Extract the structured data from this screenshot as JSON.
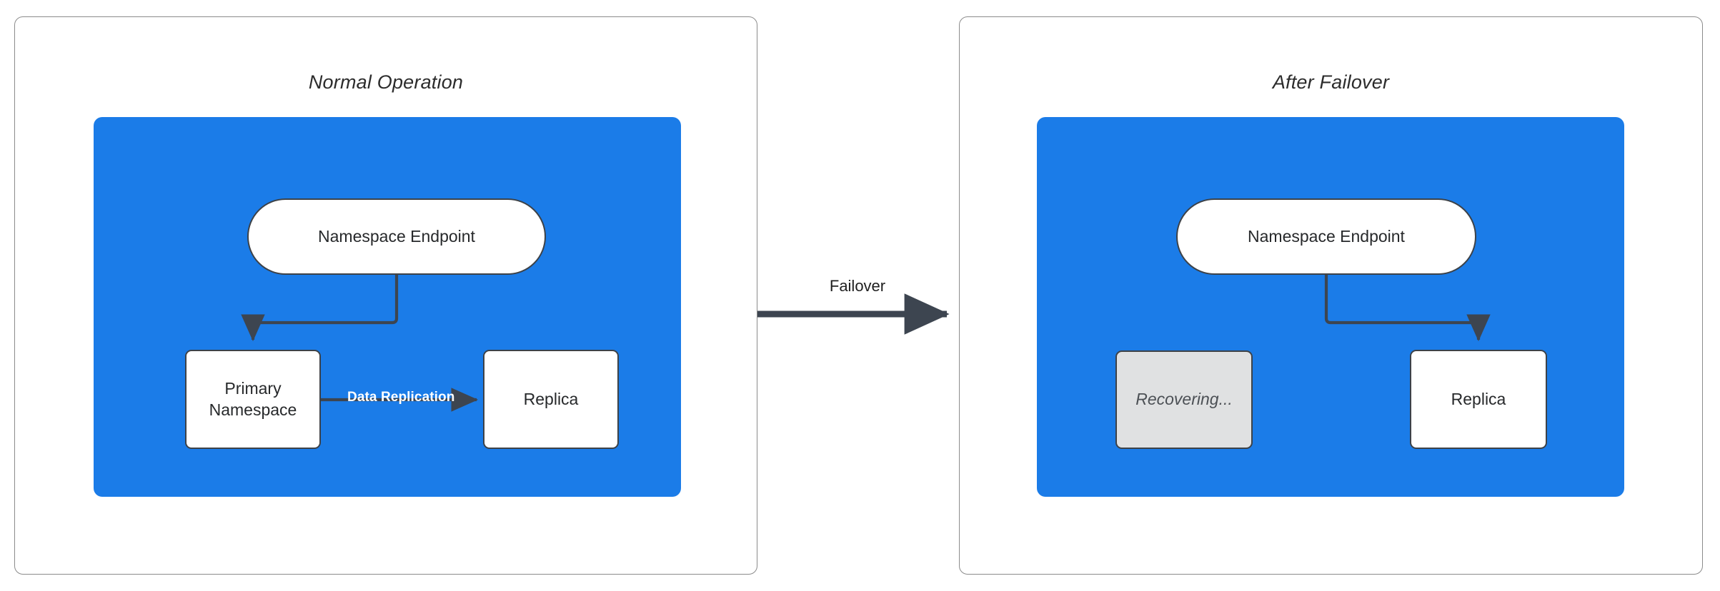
{
  "diagram": {
    "title_hidden": "",
    "colors": {
      "panel_border": "#8b8b8b",
      "blue_region": "#1b7ce8",
      "node_border": "#3d4248",
      "node_fill": "#ffffff",
      "disabled_fill": "#e0e1e2",
      "connector": "#3d4550",
      "replication_label": "#ffffff",
      "text": "#27292b"
    },
    "panels": [
      {
        "id": "normal-operation",
        "title": "Normal Operation",
        "nodes": [
          {
            "id": "endpoint",
            "label": "Namespace Endpoint",
            "shape": "pill",
            "state": "active"
          },
          {
            "id": "primary",
            "label": "Primary\nNamespace",
            "label_line1": "Primary",
            "label_line2": "Namespace",
            "shape": "box",
            "state": "active"
          },
          {
            "id": "replica",
            "label": "Replica",
            "shape": "box",
            "state": "active"
          }
        ],
        "edges": [
          {
            "from": "endpoint",
            "to": "primary",
            "label": "",
            "style": "elbow-left"
          },
          {
            "from": "primary",
            "to": "replica",
            "label": "Data Replication",
            "style": "straight"
          }
        ]
      },
      {
        "id": "after-failover",
        "title": "After Failover",
        "nodes": [
          {
            "id": "endpoint",
            "label": "Namespace Endpoint",
            "shape": "pill",
            "state": "active"
          },
          {
            "id": "recovering",
            "label": "Recovering...",
            "shape": "box",
            "state": "disabled"
          },
          {
            "id": "replica",
            "label": "Replica",
            "shape": "box",
            "state": "active"
          }
        ],
        "edges": [
          {
            "from": "endpoint",
            "to": "replica",
            "label": "",
            "style": "elbow-right"
          }
        ]
      }
    ],
    "transition": {
      "label": "Failover",
      "direction": "left-to-right"
    }
  }
}
